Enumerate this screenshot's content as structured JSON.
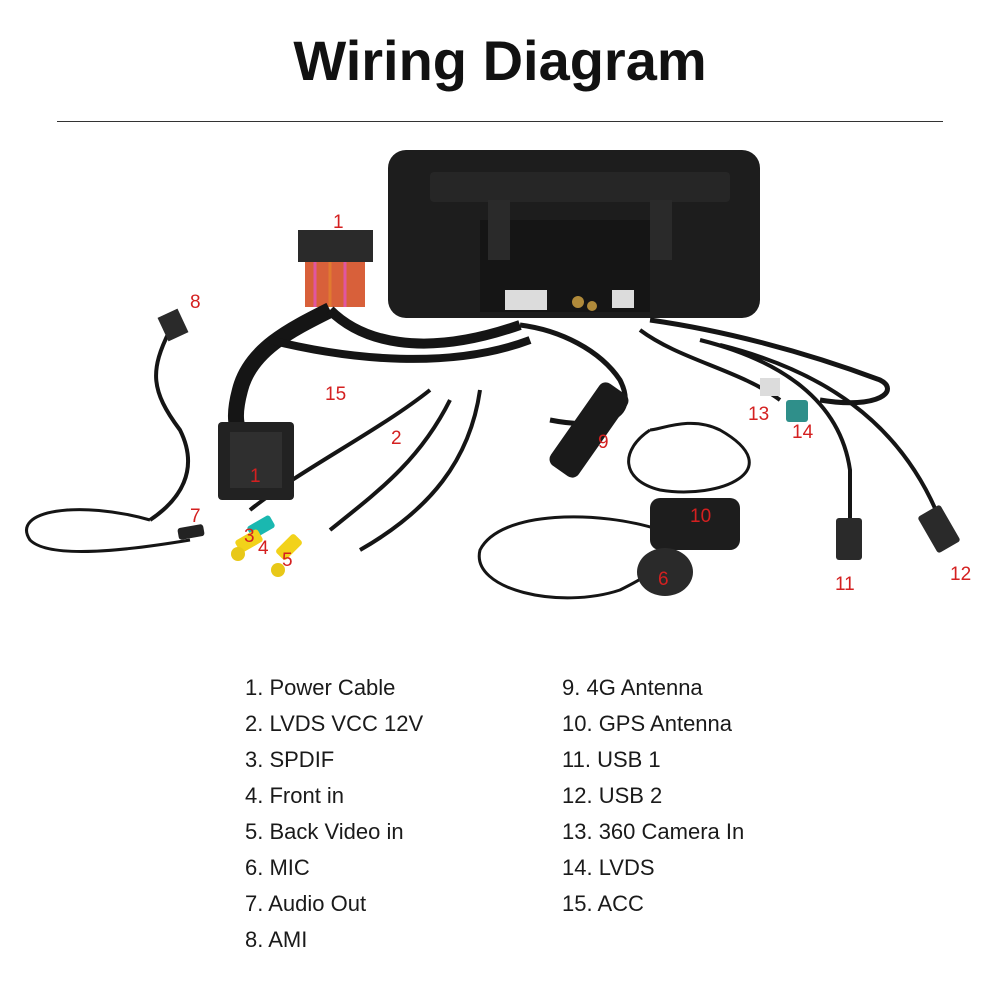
{
  "title": "Wiring Diagram",
  "callouts": [
    "1",
    "1",
    "2",
    "3",
    "4",
    "5",
    "6",
    "7",
    "8",
    "9",
    "10",
    "11",
    "12",
    "13",
    "14",
    "15"
  ],
  "legend": {
    "left": [
      "1. Power Cable",
      "2. LVDS VCC 12V",
      "3. SPDIF",
      "4. Front in",
      "5. Back Video in",
      "6. MIC",
      "7. Audio Out",
      "8. AMI"
    ],
    "right": [
      "9. 4G Antenna",
      "10. GPS Antenna",
      "11. USB 1",
      "12. USB 2",
      "13. 360 Camera In",
      "14. LVDS",
      "15. ACC"
    ]
  },
  "colors": {
    "accent_red": "#d42020",
    "cable": "#111111",
    "rca_yellow": "#f2d21a",
    "rca_cyan": "#1ab8b0",
    "connector_teal": "#2f8f8a"
  }
}
